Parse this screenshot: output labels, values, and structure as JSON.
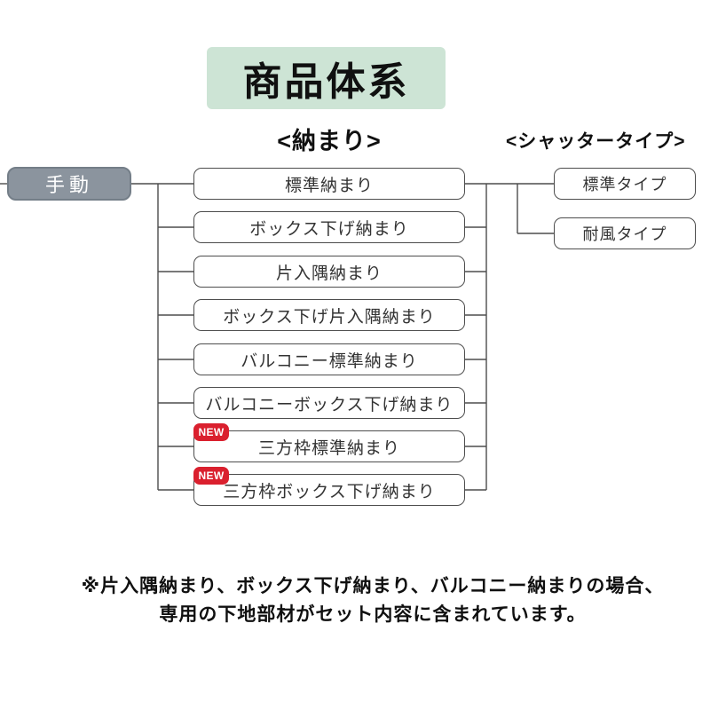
{
  "title": "商品体系",
  "headers": {
    "osamari": "<納まり>",
    "shutter_type": "<シャッタータイプ>"
  },
  "root": {
    "label": "手動"
  },
  "new_badge_label": "NEW",
  "osamari_items": [
    {
      "label": "標準納まり",
      "new": false
    },
    {
      "label": "ボックス下げ納まり",
      "new": false
    },
    {
      "label": "片入隅納まり",
      "new": false
    },
    {
      "label": "ボックス下げ片入隅納まり",
      "new": false
    },
    {
      "label": "バルコニー標準納まり",
      "new": false
    },
    {
      "label": "バルコニーボックス下げ納まり",
      "new": false
    },
    {
      "label": "三方枠標準納まり",
      "new": true
    },
    {
      "label": "三方枠ボックス下げ納まり",
      "new": true
    }
  ],
  "shutter_types": [
    {
      "label": "標準タイプ"
    },
    {
      "label": "耐風タイプ"
    }
  ],
  "note_lines": {
    "line1": "※片入隅納まり、ボックス下げ納まり、バルコニー納まりの場合、",
    "line2": "専用の下地部材がセット内容に含まれています。"
  },
  "colors": {
    "title_bg": "#cde4d5",
    "root_bg": "#8b949e",
    "badge_bg": "#da202e",
    "line": "#4d4d4d",
    "box_border": "#4d4d4d"
  }
}
